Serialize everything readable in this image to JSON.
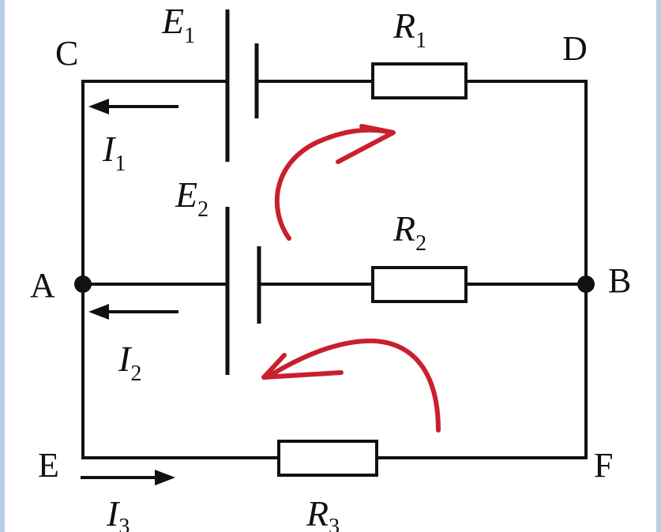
{
  "points": {
    "C": "C",
    "D": "D",
    "A": "A",
    "B": "B",
    "E": "E",
    "F": "F"
  },
  "sources": [
    {
      "symbol": "E",
      "sub": "1"
    },
    {
      "symbol": "E",
      "sub": "2"
    }
  ],
  "resistors": [
    {
      "symbol": "R",
      "sub": "1"
    },
    {
      "symbol": "R",
      "sub": "2"
    },
    {
      "symbol": "R",
      "sub": "3"
    }
  ],
  "currents": [
    {
      "symbol": "I",
      "sub": "1"
    },
    {
      "symbol": "I",
      "sub": "2"
    },
    {
      "symbol": "I",
      "sub": "3"
    }
  ],
  "colors": {
    "wire": "#111111",
    "loop_arrow": "#c8202e",
    "side_edge": "#b9cfe6"
  }
}
